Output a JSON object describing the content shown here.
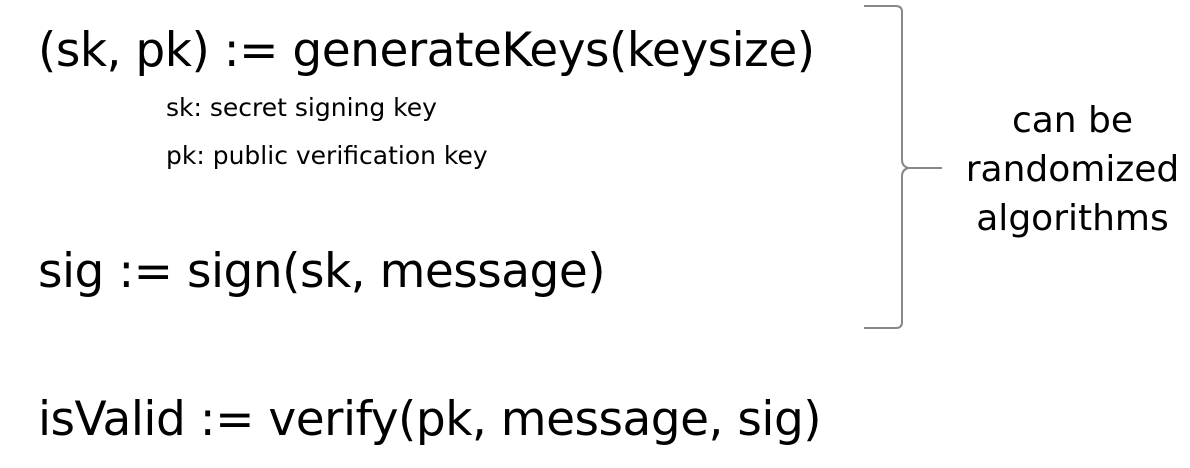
{
  "lines": {
    "generate": "(sk, pk) := generateKeys(keysize)",
    "sk_description": "sk: secret signing key",
    "pk_description": "pk: public verification key",
    "sign": "sig := sign(sk, message)",
    "verify": "isValid := verify(pk, message, sig)"
  },
  "brace_label": {
    "line1": "can be",
    "line2": "randomized",
    "line3": "algorithms"
  },
  "colors": {
    "text": "#000000",
    "brace": "#888888",
    "background": "#ffffff"
  }
}
